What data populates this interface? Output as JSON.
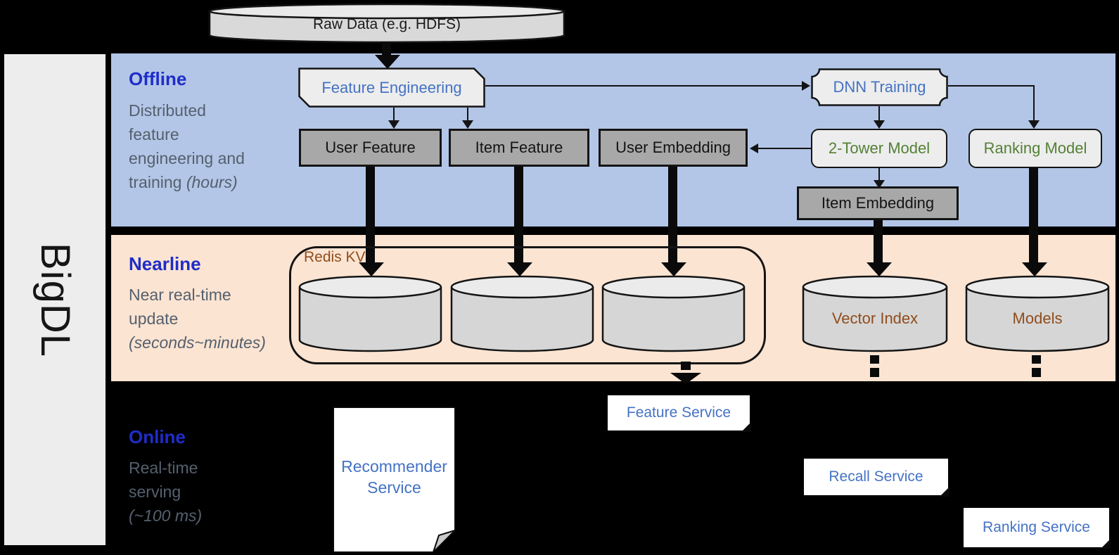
{
  "brand": {
    "label": "BigDL"
  },
  "source": {
    "label": "Raw Data (e.g. HDFS)"
  },
  "lanes": {
    "offline": {
      "title": "Offline",
      "desc": "Distributed feature engineering and training ",
      "desc_em": "(hours)"
    },
    "nearline": {
      "title": "Nearline",
      "desc": "Near real-time update ",
      "desc_em": "(seconds~minutes)"
    },
    "online": {
      "title": "Online",
      "desc": "Real-time serving ",
      "desc_em": "(~100 ms)"
    }
  },
  "offline": {
    "feature_engineering": "Feature Engineering",
    "dnn_training": "DNN Training",
    "user_feature": "User Feature",
    "item_feature": "Item Feature",
    "user_embedding": "User Embedding",
    "two_tower_model": "2-Tower Model",
    "ranking_model": "Ranking Model",
    "item_embedding": "Item Embedding"
  },
  "nearline": {
    "redis_kv": "Redis KV",
    "vector_index": "Vector Index",
    "models": "Models"
  },
  "online": {
    "recommender_service": "Recommender Service",
    "feature_service": "Feature Service",
    "recall_service": "Recall Service",
    "ranking_service": "Ranking Service"
  },
  "colors": {
    "offline_band": "#b3c6e7",
    "nearline_band": "#fce4d2",
    "online_band": "#000000",
    "lane_title_blue": "#1f2dc9",
    "node_text_blue": "#4472c4",
    "node_text_green": "#538135",
    "node_text_brown": "#8f4d1d",
    "gray_node_fill": "#a8a8a8",
    "light_node_fill": "#ededed"
  }
}
